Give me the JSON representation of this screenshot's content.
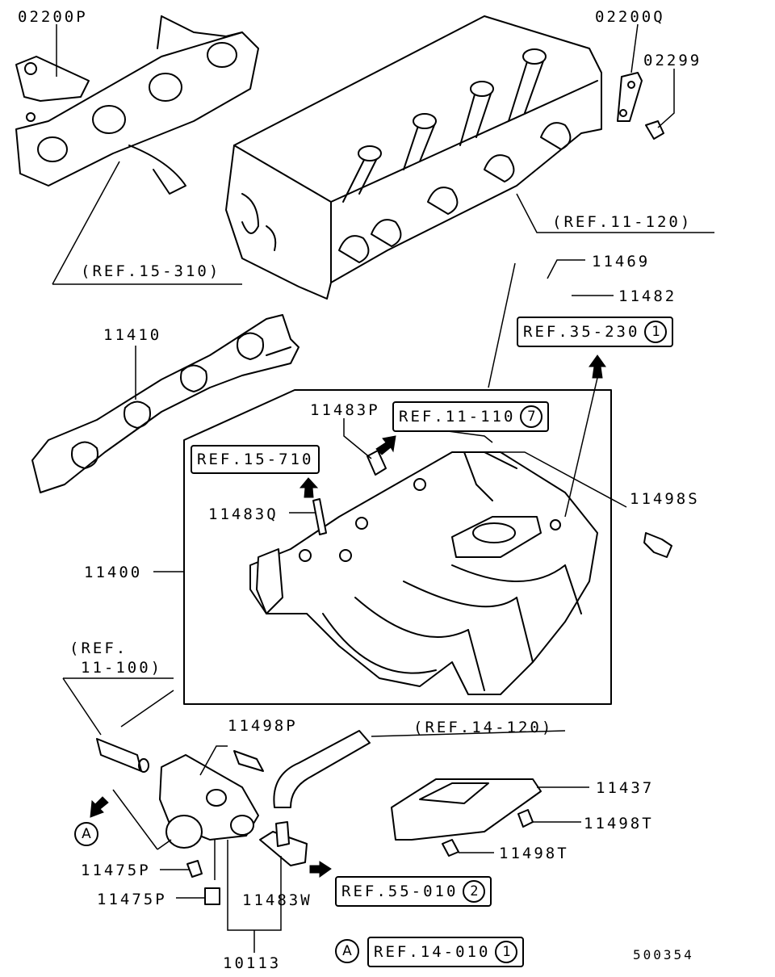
{
  "labels": {
    "p02200P": "02200P",
    "p02200Q": "02200Q",
    "p02299": "02299",
    "ref11_120": "(REF.11-120)",
    "ref15_310": "(REF.15-310)",
    "p11469": "11469",
    "p11482": "11482",
    "p11410": "11410",
    "p11483P": "11483P",
    "p11483Q": "11483Q",
    "p11498S": "11498S",
    "p11400": "11400",
    "ref11_100_a": "(REF.",
    "ref11_100_b": "11-100)",
    "p11498P": "11498P",
    "ref14_120": "(REF.14-120)",
    "p11437": "11437",
    "p11498T_a": "11498T",
    "p11498T_b": "11498T",
    "p11475P_a": "11475P",
    "p11475P_b": "11475P",
    "p11483W": "11483W",
    "p10113": "10113",
    "diagram_id": "500354"
  },
  "boxes": {
    "ref35_230": {
      "text": "REF.35-230",
      "circle": "1"
    },
    "ref11_110": {
      "text": "REF.11-110",
      "circle": "7"
    },
    "ref15_710": {
      "text": "REF.15-710"
    },
    "ref55_010": {
      "text": "REF.55-010",
      "circle": "2"
    },
    "ref14_010": {
      "text": "REF.14-010",
      "circle": "1"
    }
  },
  "markers": {
    "a_left": "A",
    "a_bottom": "A"
  }
}
